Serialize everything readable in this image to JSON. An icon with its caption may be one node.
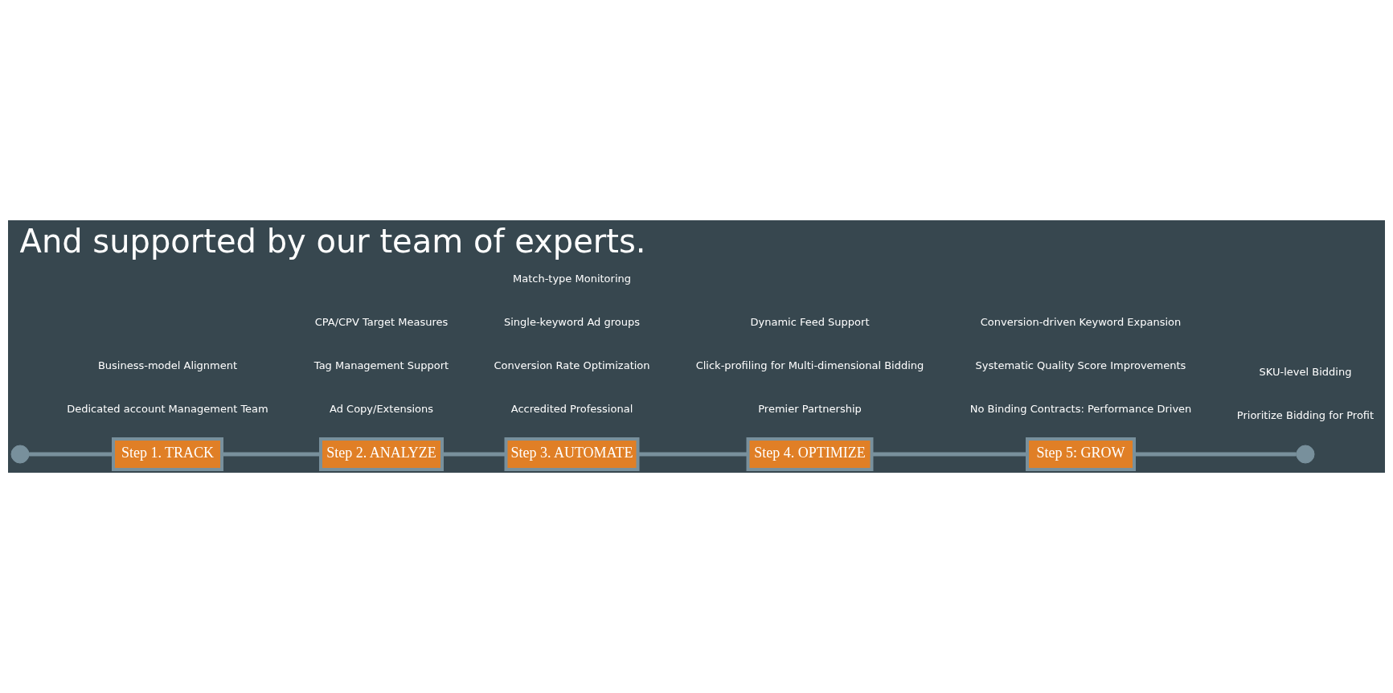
{
  "diagram": {
    "title": "And supported by our team of experts.",
    "nodes": [
      {
        "text": [],
        "shape": "circle"
      },
      {
        "text": [
          "Step 1. TRACK"
        ]
      },
      {
        "text": [
          "Step 2. ANALYZE"
        ]
      },
      {
        "text": [
          "Step 3. AUTOMATE"
        ]
      },
      {
        "text": [
          "Step 4. OPTIMIZE"
        ]
      },
      {
        "text": [
          "Step 5: GROW"
        ]
      },
      {
        "text": [],
        "shape": "circle"
      }
    ],
    "edges": [
      {
        "from": 0,
        "to": 1,
        "arrow": "none"
      },
      {
        "from": 1,
        "to": 2,
        "arrow": "none"
      },
      {
        "from": 2,
        "to": 3,
        "arrow": "none"
      },
      {
        "from": 3,
        "to": 4,
        "arrow": "none"
      },
      {
        "from": 4,
        "to": 5,
        "arrow": "none"
      },
      {
        "from": 5,
        "to": 6,
        "arrow": "none"
      }
    ],
    "labels": [
      "No Binding Contracts: Performance Driven",
      "Premier Partnership",
      "Accredited Professional",
      "Prioritize Bidding for Profit",
      "Conversion Rate Optimization",
      "Systematic Quality Score Improvements",
      "Ad Copy/Extensions",
      "Tag Management Support",
      "Click-profiling for Multi-dimensional Bidding",
      "SKU-level Bidding",
      "Dedicated account Management Team",
      "Single-keyword Ad groups",
      "Conversion-driven Keyword Expansion",
      "Match-type Monitoring",
      "CPA/CPV Target Measures",
      "Dynamic Feed Support",
      "Business-model Alignment"
    ]
  }
}
